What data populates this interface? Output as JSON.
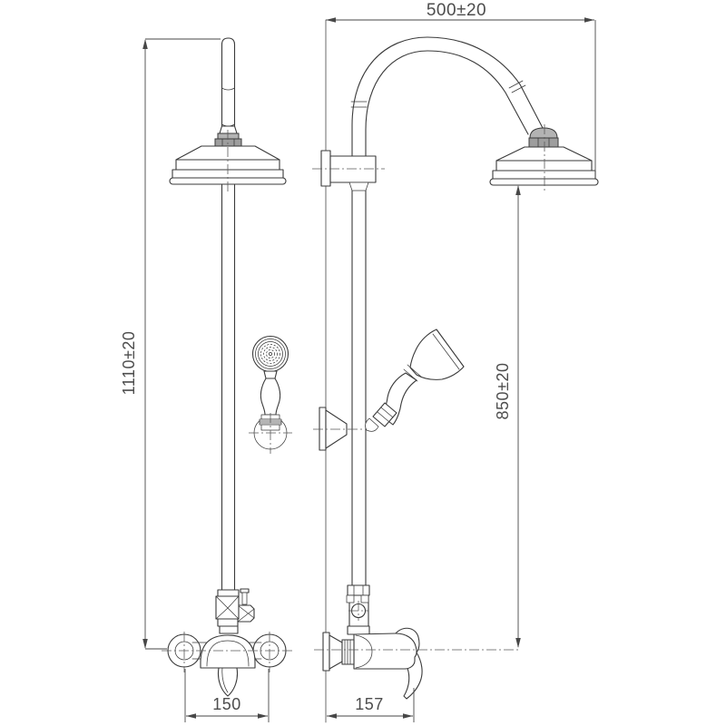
{
  "drawing": {
    "type": "technical-dimension-drawing",
    "subject": "shower-column-with-rain-head-hand-shower-and-mixer",
    "views": {
      "left": "front-view",
      "right": "side-view"
    },
    "colors": {
      "background": "#ffffff",
      "line": "#3a3a3a",
      "dimension": "#474747",
      "centerline": "#5a5a5a",
      "nut_shading": "#9e9e9e"
    },
    "dimensions": {
      "top_width": {
        "label": "500±20",
        "value": 500,
        "tolerance": 20
      },
      "left_height": {
        "label": "1110±20",
        "value": 1110,
        "tolerance": 20
      },
      "right_height": {
        "label": "850±20",
        "value": 850,
        "tolerance": 20
      },
      "bottom_left_width": {
        "label": "150",
        "value": 150
      },
      "bottom_right_width": {
        "label": "157",
        "value": 157
      }
    }
  }
}
